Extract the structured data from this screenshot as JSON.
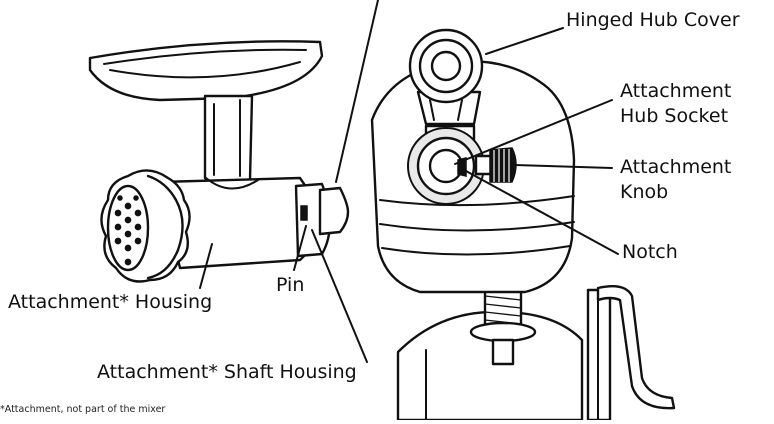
{
  "labels": {
    "hinged_hub_cover": "Hinged Hub Cover",
    "attachment_hub_socket_line1": "Attachment",
    "attachment_hub_socket_line2": "Hub Socket",
    "attachment_knob_line1": "Attachment",
    "attachment_knob_line2": "Knob",
    "notch": "Notch",
    "pin": "Pin",
    "attachment_housing": "Attachment* Housing",
    "attachment_shaft_housing": "Attachment* Shaft Housing"
  },
  "footnote": "*Attachment, not part of the mixer"
}
